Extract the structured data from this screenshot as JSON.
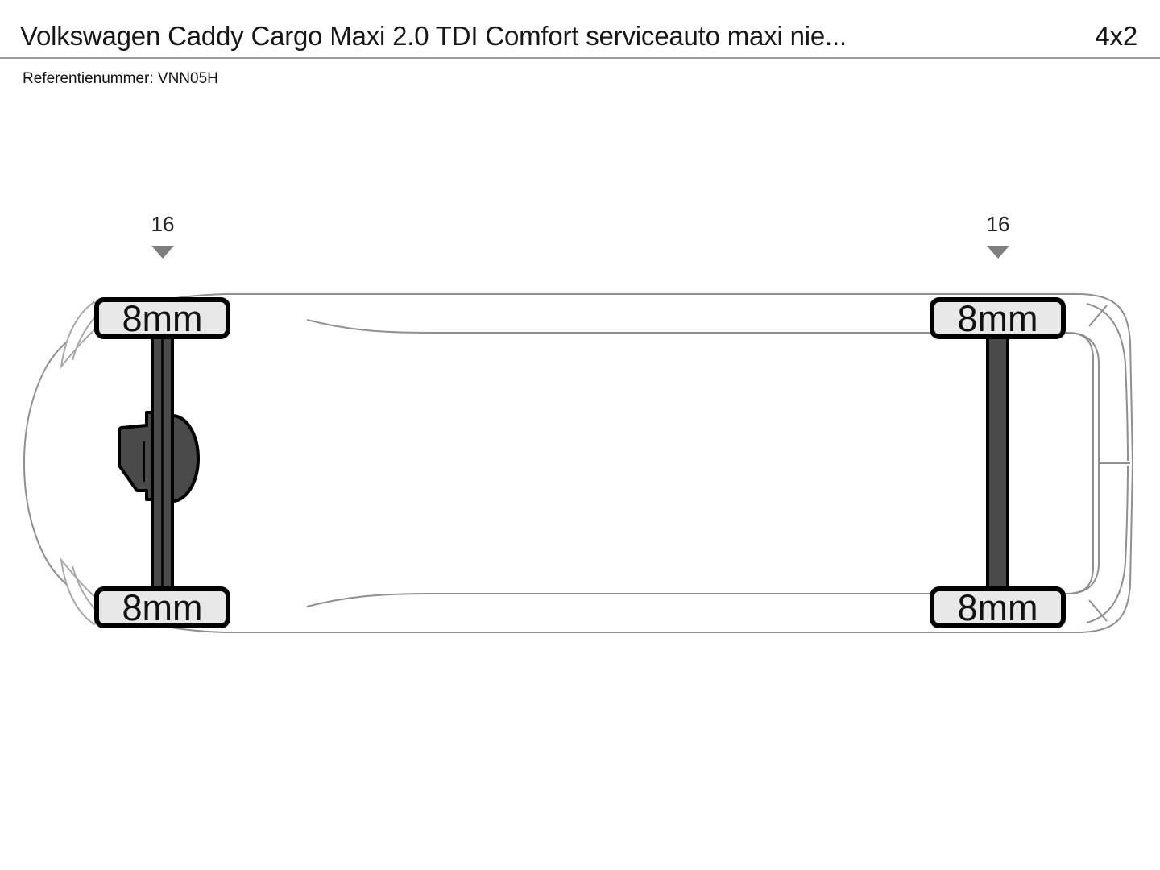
{
  "header": {
    "title": "Volkswagen Caddy Cargo Maxi 2.0 TDI Comfort serviceauto maxi nie...",
    "drivetrain_badge": "4x2",
    "reference": "Referentienummer: VNN05H"
  },
  "diagram": {
    "front_axle": {
      "rim_size_label": "16",
      "tires": {
        "left": "8mm",
        "right": "8mm"
      }
    },
    "rear_axle": {
      "rim_size_label": "16",
      "tires": {
        "left": "8mm",
        "right": "8mm"
      }
    },
    "colors": {
      "tire_fill": "#e8e8e8",
      "axle_fill": "#4a4a4a",
      "body_outline": "#8f8f8f",
      "headlight_outline": "#a8a8a8",
      "pointer": "#7f7f7f"
    }
  }
}
